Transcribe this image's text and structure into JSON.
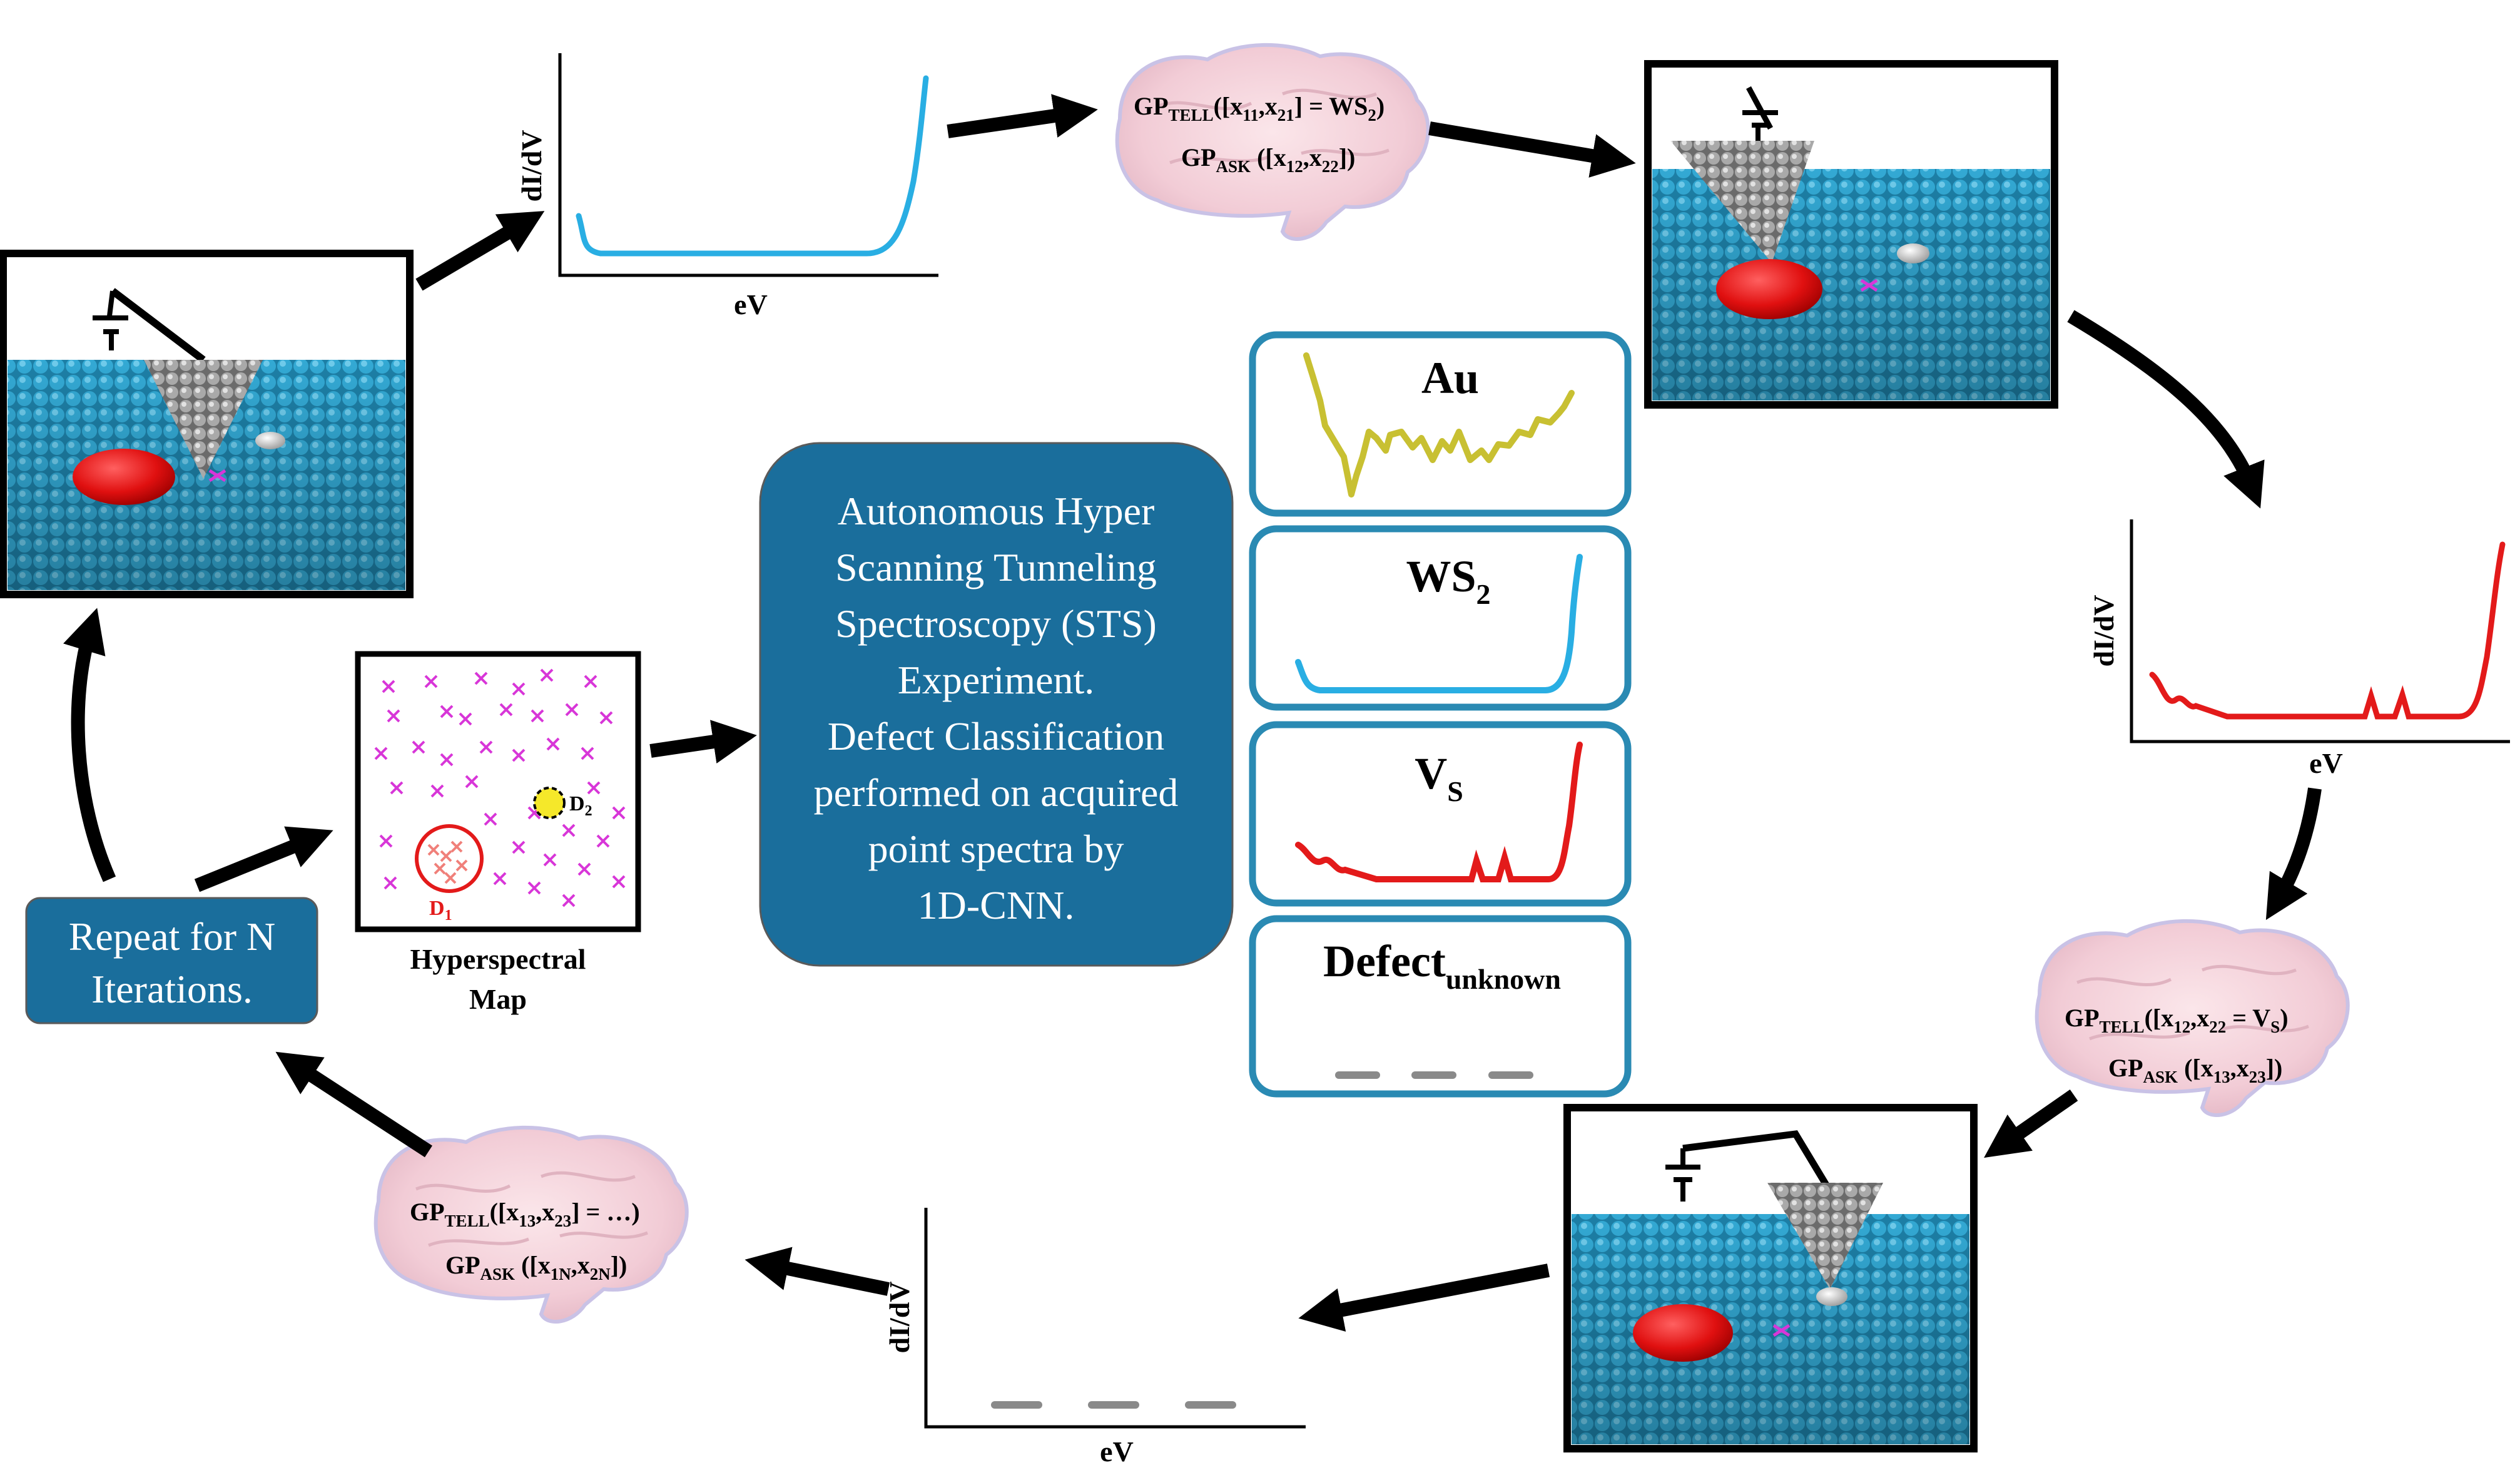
{
  "plots": {
    "ylabel": "dI/dV",
    "xlabel": "eV"
  },
  "gp1": {
    "tell": "GP",
    "tell_sub": "TELL",
    "tell_args": "([x",
    "a1": "11",
    "c1": ",x",
    "a2": "21",
    "tell_end": "] = WS",
    "ws_sub": "2",
    "close": ")",
    "ask": "GP",
    "ask_sub": "ASK",
    "ask_args": " ([x",
    "b1": "12",
    "c2": ",x",
    "b2": "22",
    "ask_end": "])"
  },
  "gp2": {
    "tell": "GP",
    "tell_sub": "TELL",
    "tell_args": "([x",
    "a1": "12",
    "c1": ",x",
    "a2": "22",
    "tell_end": " = V",
    "v_sub": "S",
    "close": ")",
    "ask": "GP",
    "ask_sub": "ASK",
    "ask_args": " ([x",
    "b1": "13",
    "c2": ",x",
    "b2": "23",
    "ask_end": "])"
  },
  "gp3": {
    "tell": "GP",
    "tell_sub": "TELL",
    "tell_args": "([x",
    "a1": "13",
    "c1": ",x",
    "a2": "23",
    "tell_end": "] = …)",
    "ask": "GP",
    "ask_sub": "ASK",
    "ask_args": " ([x",
    "b1": "1N",
    "c2": ",x",
    "b2": "2N",
    "ask_end": "])"
  },
  "center_box": {
    "lines": [
      "Autonomous Hyper",
      "Scanning Tunneling",
      "Spectroscopy (STS)",
      "Experiment.",
      "Defect Classification",
      "performed on acquired",
      "point spectra by",
      "1D-CNN."
    ]
  },
  "classes": [
    {
      "name": "Au",
      "sub": ""
    },
    {
      "name": "WS",
      "sub": "2"
    },
    {
      "name": "V",
      "sub": "S"
    },
    {
      "name": "Defect",
      "sub": "unknown"
    }
  ],
  "repeat_box": {
    "lines": [
      "Repeat for N",
      "Iterations."
    ]
  },
  "hyperspectral_map": {
    "label_lines": [
      "Hyperspectral",
      "Map"
    ],
    "d1": "D",
    "d1_sub": "1",
    "d2": "D",
    "d2_sub": "2"
  },
  "colors": {
    "box_fill": "#1a6e9c",
    "class_border": "#2a8ab3",
    "au_curve": "#c8c032",
    "ws2_curve": "#29aee3",
    "vs_curve": "#e31a1a",
    "marker": "#d836d8",
    "substrate": "#2a9ec9"
  },
  "icons": [
    "battery-symbol",
    "stm-tip",
    "brain",
    "arrow"
  ]
}
